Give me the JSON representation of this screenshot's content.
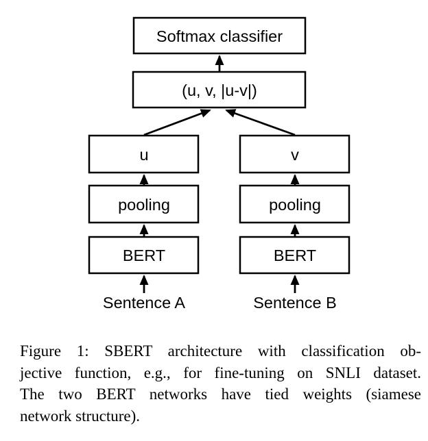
{
  "figure": {
    "diagram": {
      "nodes": {
        "softmax": {
          "label": "Softmax classifier"
        },
        "concat": {
          "label": "(u, v, |u-v|)"
        },
        "u": {
          "label": "u"
        },
        "v": {
          "label": "v"
        },
        "pooling_left": {
          "label": "pooling"
        },
        "pooling_right": {
          "label": "pooling"
        },
        "bert_left": {
          "label": "BERT"
        },
        "bert_right": {
          "label": "BERT"
        },
        "sentence_a": {
          "label": "Sentence A"
        },
        "sentence_b": {
          "label": "Sentence B"
        }
      },
      "edges": [
        {
          "from": "sentence_a",
          "to": "bert_left"
        },
        {
          "from": "sentence_b",
          "to": "bert_right"
        },
        {
          "from": "bert_left",
          "to": "pooling_left"
        },
        {
          "from": "bert_right",
          "to": "pooling_right"
        },
        {
          "from": "pooling_left",
          "to": "u"
        },
        {
          "from": "pooling_right",
          "to": "v"
        },
        {
          "from": "u",
          "to": "concat"
        },
        {
          "from": "v",
          "to": "concat"
        },
        {
          "from": "concat",
          "to": "softmax"
        }
      ],
      "colors": {
        "stroke": "#000000",
        "box_fill": "#ffffff",
        "text": "#000000",
        "background": "#ffffff"
      }
    },
    "caption": {
      "lines": [
        "Figure 1: SBERT architecture with classification ob-",
        "jective function, e.g., for fine-tuning on SNLI dataset.",
        "The two BERT networks have tied weights (siamese",
        "network structure)."
      ]
    }
  }
}
